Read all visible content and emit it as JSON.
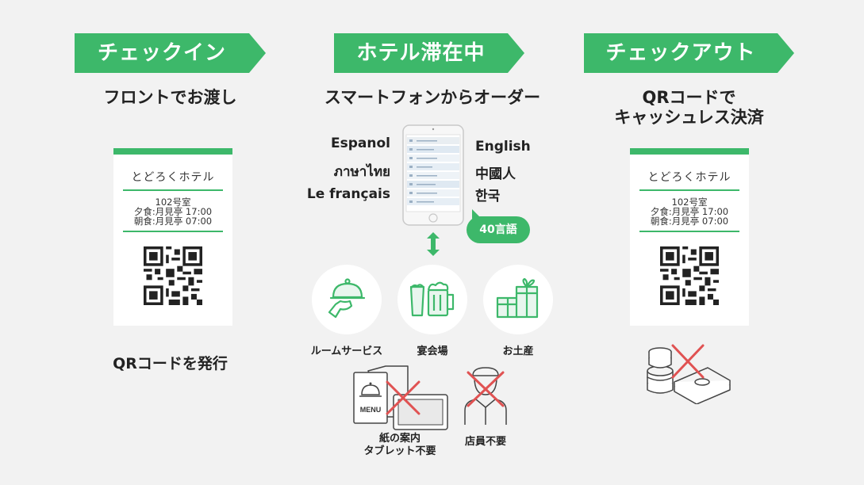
{
  "colors": {
    "accent": "#3db86a",
    "background": "#f2f2f2",
    "cross": "#e05252",
    "icon_stroke": "#3db86a"
  },
  "steps": [
    {
      "title": "チェックイン",
      "subtitle": "フロントでお渡し",
      "caption": "QRコードを発行"
    },
    {
      "title": "ホテル滞在中",
      "subtitle": "スマートフォンからオーダー"
    },
    {
      "title": "チェックアウト",
      "subtitle_line1": "QRコードで",
      "subtitle_line2": "キャッシュレス決済"
    }
  ],
  "room_card": {
    "hotel": "とどろくホテル",
    "room": "102号室",
    "dinner": "夕食:月見亭 17:00",
    "breakfast": "朝食:月見亭 07:00",
    "icon": "qr-code-icon"
  },
  "languages_left": [
    "Espanol",
    "ภาษาไทย",
    "Le français"
  ],
  "languages_right": [
    "English",
    "中國人",
    "한국"
  ],
  "language_badge": "40言語",
  "services": [
    {
      "label": "ルームサービス",
      "icon": "cloche-service-icon"
    },
    {
      "label": "宴会場",
      "icon": "beer-mugs-icon"
    },
    {
      "label": "お土産",
      "icon": "gift-boxes-icon"
    }
  ],
  "not_needed": [
    {
      "label_line1": "紙の案内",
      "label_line2": "タブレット不要",
      "icon": "menu-tablet-crossed-icon",
      "menu_text": "MENU"
    },
    {
      "label": "店員不要",
      "icon": "staff-crossed-icon"
    }
  ],
  "cash_icon": "coins-bills-crossed-icon"
}
